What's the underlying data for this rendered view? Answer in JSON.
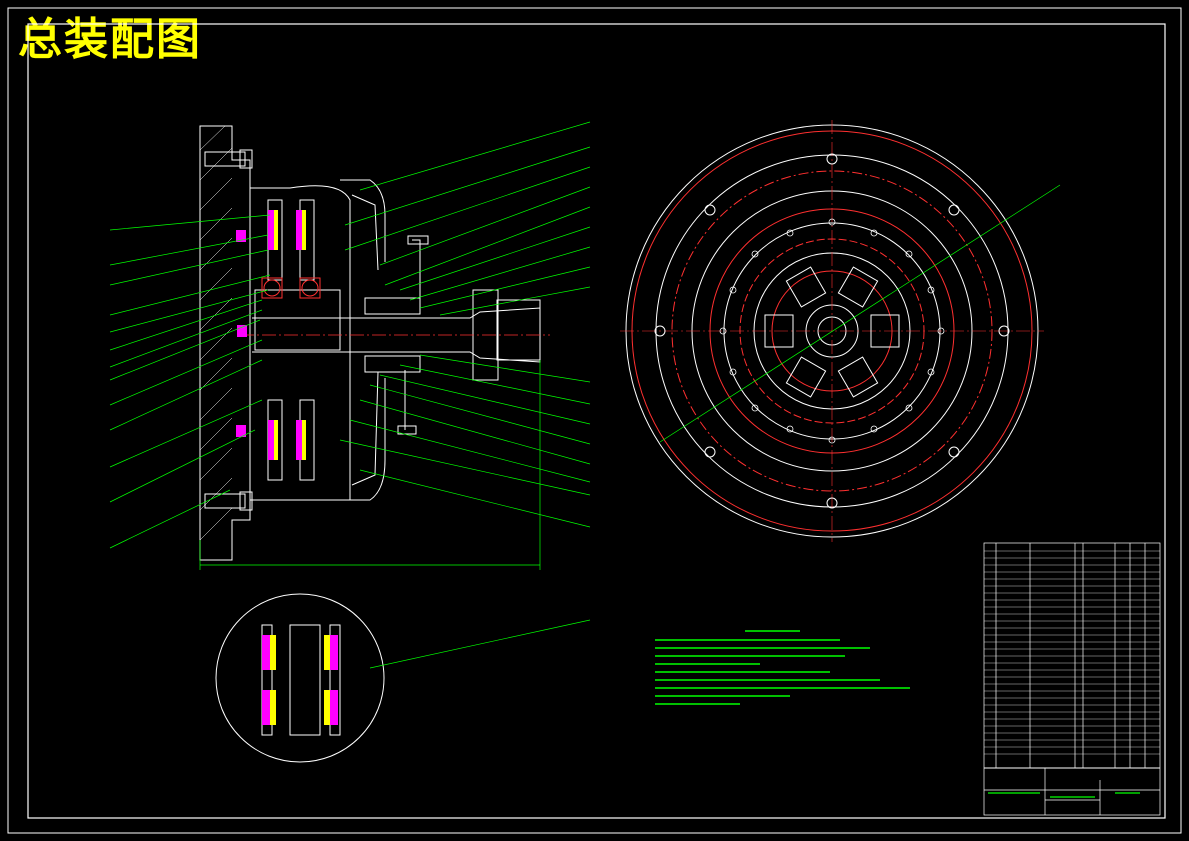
{
  "drawing": {
    "title": "总装配图",
    "colors": {
      "background": "#000000",
      "frame": "#ffffff",
      "part_lines": "#ffffff",
      "center_lines": "#ff3030",
      "leader_lines": "#00ff00",
      "friction_facing": "#ff00ff",
      "springs": "#ffff00",
      "title_text": "#ffff00",
      "notes_text": "#00ff00"
    },
    "views": [
      "section-view",
      "end-view",
      "detail-view"
    ],
    "notes_block": "technical-requirements",
    "title_block": "parts-list-and-title-block"
  }
}
